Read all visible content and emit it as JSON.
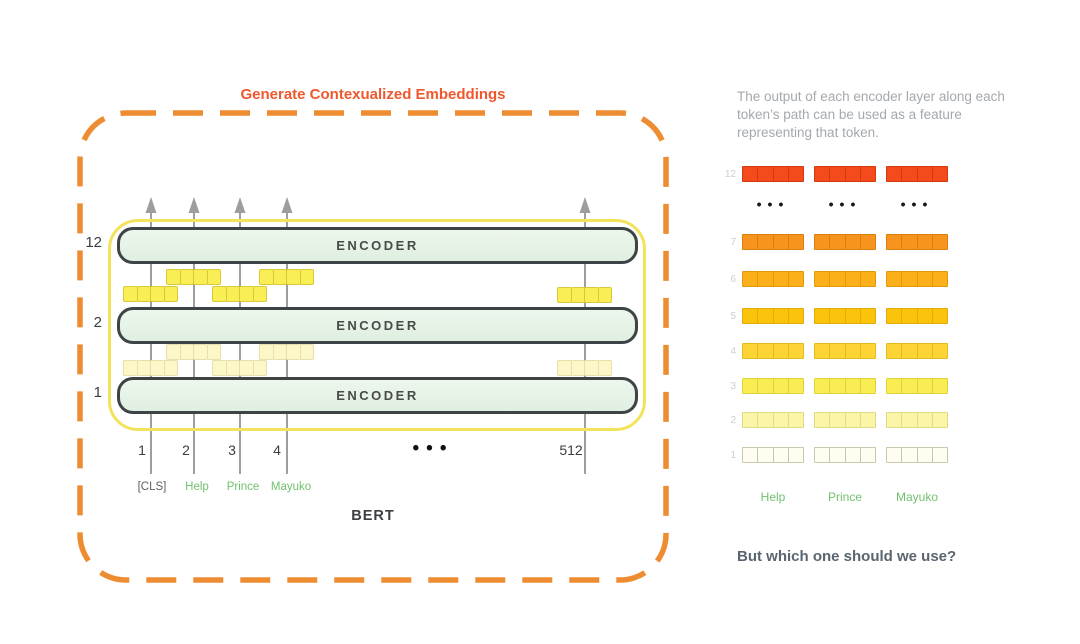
{
  "left_panel": {
    "title": "Generate Contexualized Embeddings",
    "encoder_label": "ENCODER",
    "layer_labels": [
      "12",
      "2",
      "1"
    ],
    "position_labels": [
      "1",
      "2",
      "3",
      "4"
    ],
    "position_last": "512",
    "ellipsis": "•••",
    "tokens": [
      {
        "text": "[CLS]",
        "color": "#5F5F5F"
      },
      {
        "text": "Help",
        "color": "#71C16F"
      },
      {
        "text": "Prince",
        "color": "#71C16F"
      },
      {
        "text": "Mayuko",
        "color": "#71C16F"
      }
    ],
    "bert_label": "BERT"
  },
  "right_panel": {
    "description": "The output of each encoder layer along each token’s path can be used as a feature representing that token.",
    "ellipsis": "•••",
    "cells_per_vector": 4,
    "layers": [
      {
        "label": "12",
        "fill": "#F44A1C",
        "border": "#D23A0E"
      },
      {
        "type": "dots"
      },
      {
        "label": "7",
        "fill": "#F7941D",
        "border": "#DB7E0C"
      },
      {
        "label": "6",
        "fill": "#FBB019",
        "border": "#E29A0B"
      },
      {
        "label": "5",
        "fill": "#FCC30D",
        "border": "#E2AD05"
      },
      {
        "label": "4",
        "fill": "#FDD335",
        "border": "#E4BB1F"
      },
      {
        "label": "3",
        "fill": "#FAED53",
        "border": "#DFD23A"
      },
      {
        "label": "2",
        "fill": "#FBF5A8",
        "border": "#E2DA85"
      },
      {
        "label": "1",
        "fill": "#FEFDF0",
        "border": "#C8C8B0"
      }
    ],
    "token_labels": [
      "Help",
      "Prince",
      "Mayuko"
    ],
    "question": "But which one should we use?"
  },
  "colors": {
    "accent_orange": "#EE8C32",
    "title_orange": "#F0572D",
    "encoder_fill": "#DFEFE1",
    "encoder_border": "#3E4446",
    "stack_border_yellow": "#F3E35C",
    "vector_bright_fill": "#FAEE55",
    "vector_bright_border": "#D8C93A",
    "vector_pale_fill": "#FBF7C8",
    "vector_pale_border": "#E6DFA8",
    "token_green": "#71C16F",
    "line_gray": "#9E9E9E"
  }
}
